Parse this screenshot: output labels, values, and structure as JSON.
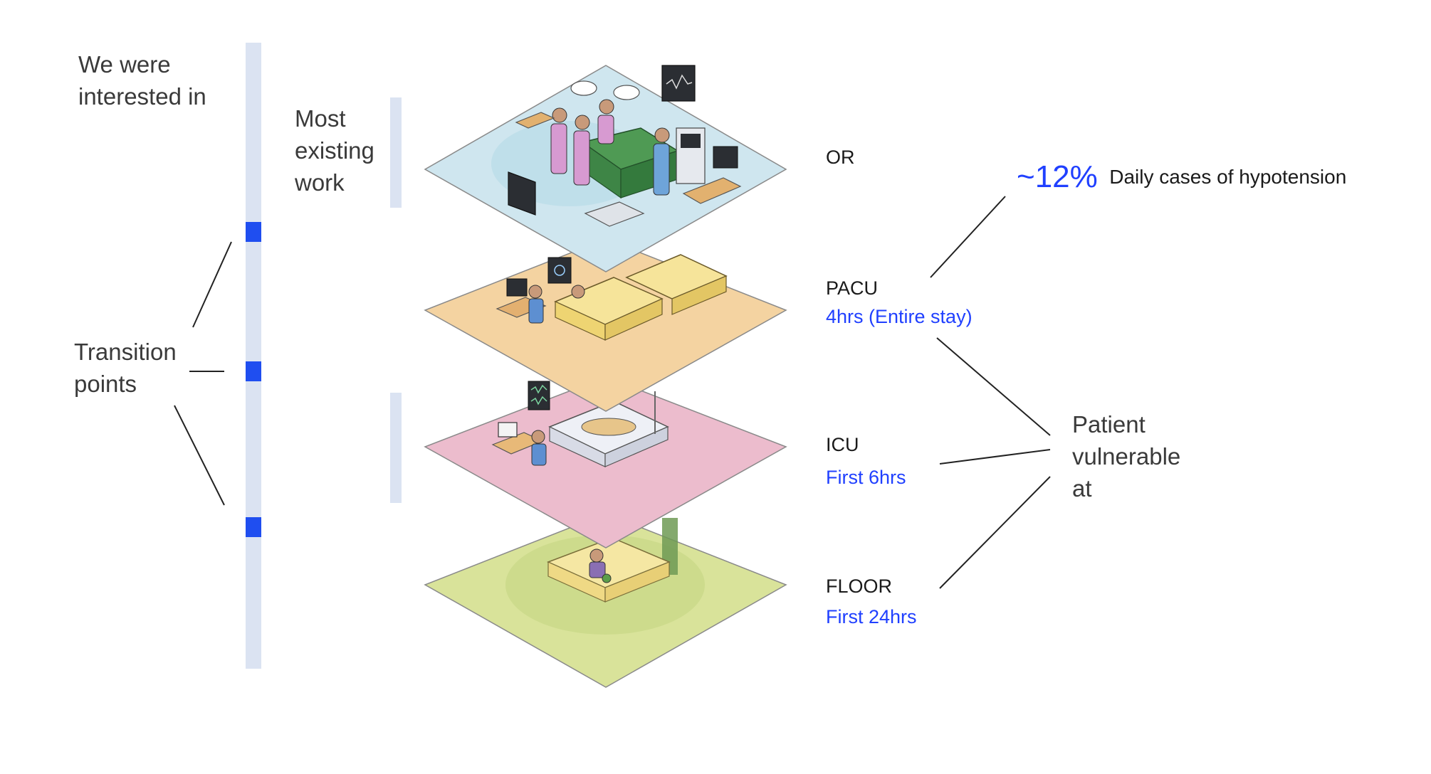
{
  "left_intro": [
    "We were",
    "interested in"
  ],
  "most_existing_work": [
    "Most",
    "existing",
    "work"
  ],
  "transition_points": [
    "Transition",
    "points"
  ],
  "levels": [
    {
      "name": "OR",
      "detail": ""
    },
    {
      "name": "PACU",
      "detail": "4hrs (Entire stay)"
    },
    {
      "name": "ICU",
      "detail": "First 6hrs"
    },
    {
      "name": "FLOOR",
      "detail": "First 24hrs"
    }
  ],
  "stat": {
    "value": "~12%",
    "label": "Daily cases of hypotension"
  },
  "patient_vulnerable": [
    "Patient",
    "vulnerable",
    "at"
  ],
  "colors": {
    "accent_blue": "#2040ff",
    "marker_blue": "#1f4ef0",
    "track": "#dbe3f2",
    "or_floor": "#cfe6ef",
    "pacu_floor": "#f4d3a1",
    "icu_floor": "#ecbccd",
    "ward_floor": "#d9e39a"
  }
}
